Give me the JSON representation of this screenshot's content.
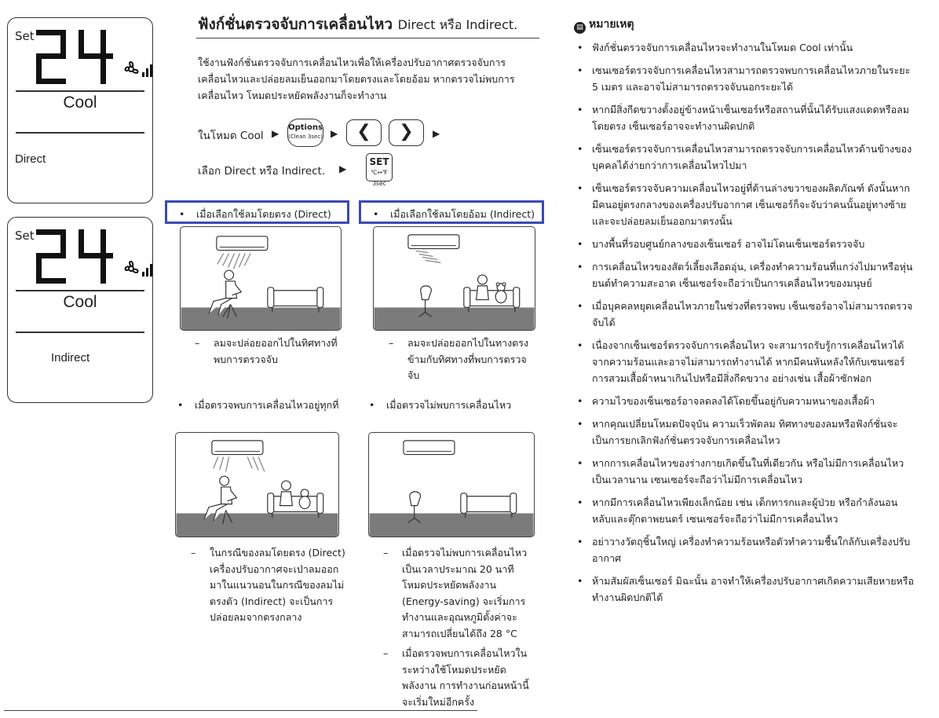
{
  "lcd_panels": [
    {
      "set_label": "Set",
      "temperature": "24",
      "mode": "Cool",
      "selection": "Direct"
    },
    {
      "set_label": "Set",
      "temperature": "24",
      "mode": "Cool",
      "selection": "Indirect"
    }
  ],
  "header": {
    "title": "ฟังก์ชั่นตรวจจับการเคลื่อนไหว",
    "title_suffix": "Direct หรือ Indirect."
  },
  "intro": "ใช้งานฟังก์ชั่นตรวจจับการเคลื่อนไหวเพื่อให้เครื่องปรับอากาศตรวจจับการเคลื่อนไหวและปล่อยลมเย็นออกมาโดยตรงและโดยอ้อม หากตรวจไม่พบการเคลื่อนไหว โหมดประหยัดพลังงานก็จะทำงาน",
  "steps": {
    "step1": "ในโหมด Cool",
    "step2": "เลือก Direct หรือ Indirect.",
    "arrow": "▶",
    "options_label": "Options",
    "options_sub": "(Clean 3sec)",
    "left_nav": "❮",
    "right_nav": "❯",
    "set_label": "SET",
    "set_sub": "℃↔℉ 3sec"
  },
  "sections": {
    "direct_heading": "เมื่อเลือกใช้ลมโดยตรง (Direct)",
    "indirect_heading": "เมื่อเลือกใช้ลมโดยอ้อม (Indirect)",
    "direct_caption": "ลมจะปล่อยออกไปในทิศทางที่พบการตรวจจับ",
    "indirect_caption": "ลมจะปล่อยออกไปในทางตรงข้ามกับทิศทางที่พบการตรวจจับ",
    "motion_heading": "เมื่อตรวจพบการเคลื่อนไหวอยู่ทุกที่",
    "no_motion_heading": "เมื่อตรวจไม่พบการเคลื่อนไหว",
    "motion_caption": "ในกรณีของลมโดยตรง (Direct) เครื่องปรับอากาศจะเป่าลมออกมาในแนวนอนในกรณีของลมไม่ตรงตัว (Indirect) จะเป็นการปล่อยลมจากตรงกลาง",
    "no_motion_caption1": "เมื่อตรวจไม่พบการเคลื่อนไหวเป็นเวลาประมาณ 20 นาที โหมดประหยัดพลังงาน (Energy-saving) จะเริ่มการทำงานและอุณหภูมิตั้งค่าจะสามารถเปลี่ยนได้ถึง 28 °C",
    "no_motion_caption2": "เมื่อตรวจพบการเคลื่อนไหวในระหว่างใช้โหมดประหยัดพลังงาน การทำงานก่อนหน้านี้จะเริ่มใหม่อีกครั้ง",
    "dash": "–",
    "bullet": "•"
  },
  "notes": {
    "heading": "หมายเหตุ",
    "items": [
      "ฟังก์ชั่นตรวจจับการเคลื่อนไหวจะทำงานในโหมด Cool เท่านั้น",
      "เซนเซอร์ตรวจจับการเคลื่อนไหวสามารถตรวจพบการเคลื่อนไหวภายในระยะ 5 เมตร และอาจไม่สามารถตรวจจับนอกระยะได้",
      "หากมีสิ่งกีดขวางตั้งอยู่ข้างหน้าเซ็นเซอร์หรือสถานที่นั้นได้รับแสงแดดหรือลมโดยตรง เซ็นเซอร์อาจจะทำงานผิดปกติ",
      "เซ็นเซอร์ตรวจจับการเคลื่อนไหวสามารถตรวจจับการเคลื่อนไหวด้านข้างของบุคคลได้ง่ายกว่าการเคลื่อนไหวไปมา",
      "เซ็นเซอร์ตรวจจับความเคลื่อนไหวอยู่ที่ด้านล่างขวาของผลิตภัณฑ์ ดังนั้นหากมีคนอยู่ตรงกลางของเครื่องปรับอากาศ เซ็นเซอร์ก็จะจับว่าคนนั้นอยู่ทางซ้ายและจะปล่อยลมเย็นออกมาตรงนั้น",
      "บางพื้นที่รอบศูนย์กลางของเซ็นเซอร์ อาจไม่โดนเซ็นเซอร์ตรวจจับ",
      "การเคลื่อนไหวของสัตว์เลี้ยงเลือดอุ่น, เครื่องทำความร้อนที่แกว่งไปมาหรือหุ่นยนต์ทำความสะอาด เซ็นเซอร์จะถือว่าเป็นการเคลื่อนไหวของมนุษย์",
      "เมื่อบุคคลหยุดเคลื่อนไหวภายในช่วงที่ตรวจพบ เซ็นเซอร์อาจไม่สามารถตรวจจับได้",
      "เนื่องจากเซ็นเซอร์ตรวจจับการเคลื่อนไหว จะสามารถรับรู้การเคลื่อนไหวได้จากความร้อนและอาจไม่สามารถทำงานได้ หากมีคนหันหลังให้กับเซนเซอร์ การสวมเสื้อผ้าหนาเกินไปหรือมีสิ่งกีดขวาง อย่างเช่น เสื้อผ้าซักฟอก",
      "ความไวของเซ็นเซอร์อาจลดลงได้โดยขึ้นอยู่กับความหนาของเสื้อผ้า",
      "หากคุณเปลี่ยนโหมดปัจจุบัน ความเร็วพัดลม ทิศทางของลมหรือฟังก์ชั่นจะเป็นการยกเลิกฟังก์ชั่นตรวจจับการเคลื่อนไหว",
      "หากการเคลื่อนไหวของร่างกายเกิดขึ้นในที่เดียวกัน หรือไม่มีการเคลื่อนไหวเป็นเวลานาน เซนเซอร์จะถือว่าไม่มีการเคลื่อนไหว",
      "หากมีการเคลื่อนไหวเพียงเล็กน้อย เช่น เด็กทารกและผู้ป่วย หรือกำลังนอนหลับและตุ๊กตาพยนตร์ เซนเซอร์จะถือว่าไม่มีการเคลื่อนไหว",
      "อย่าวางวัตถุชิ้นใหญ่ เครื่องทำความร้อนหรือตัวทำความชื้นใกล้กับเครื่องปรับอากาศ",
      "ห้ามสัมผัสเซ็นเซอร์ มิฉะนั้น อาจทำให้เครื่องปรับอากาศเกิดความเสียหายหรือทำงานผิดปกติได้"
    ]
  },
  "colors": {
    "highlight": "#3a49b5",
    "floor": "#7b7b7b",
    "ink": "#222222"
  }
}
